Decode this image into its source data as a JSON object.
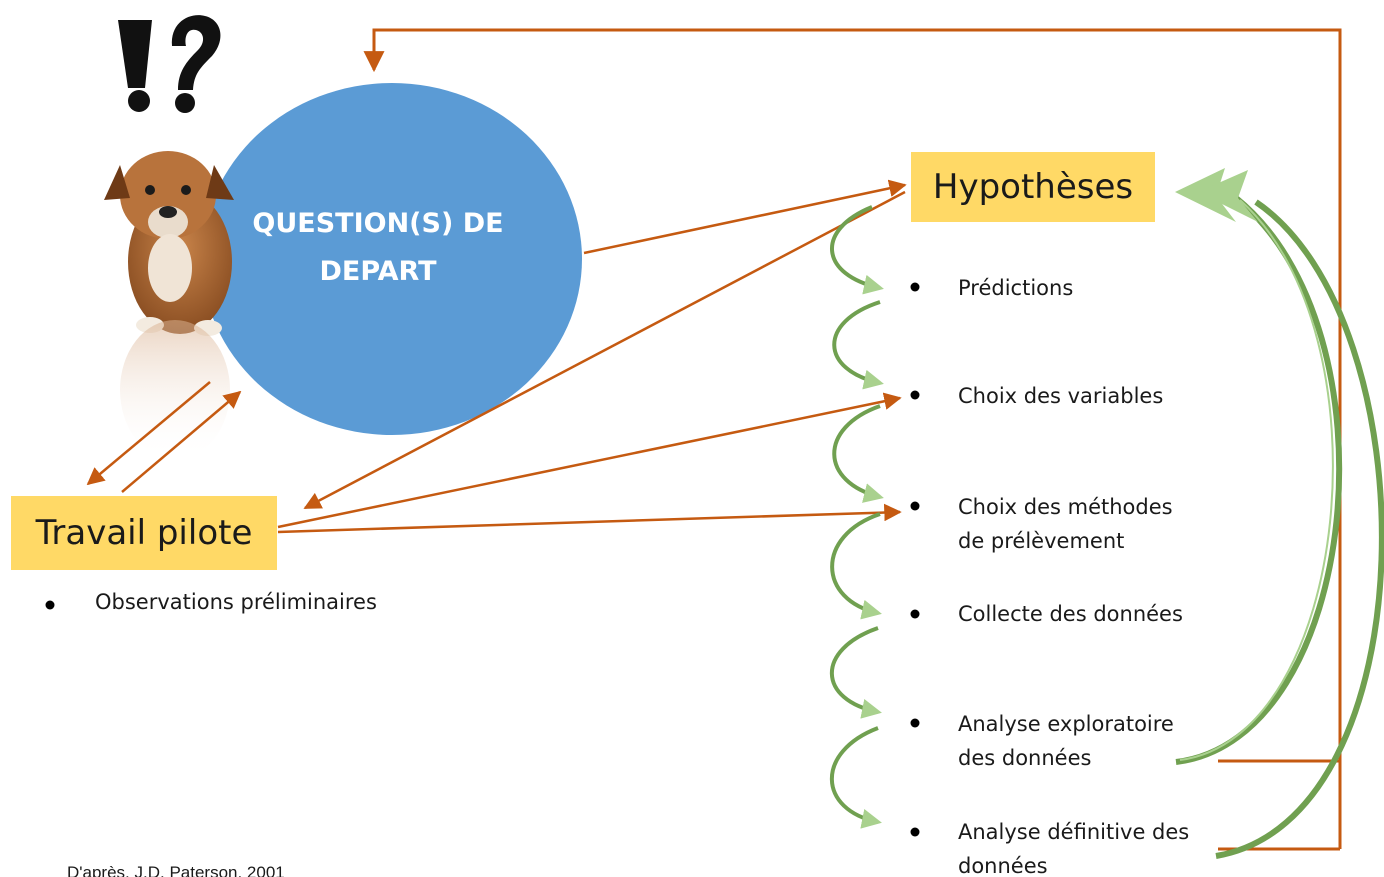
{
  "diagram": {
    "question": {
      "line1": "QUESTION(S) DE",
      "line2": "DEPART"
    },
    "exclamation": "!?",
    "hypotheses_label": "Hypothèses",
    "pilot_label": "Travail pilote",
    "pilot_items": [
      "Observations préliminaires"
    ],
    "steps": [
      {
        "line1": "Prédictions",
        "line2": ""
      },
      {
        "line1": "Choix des variables",
        "line2": ""
      },
      {
        "line1": "Choix des méthodes",
        "line2": "de prélèvement"
      },
      {
        "line1": "Collecte des données",
        "line2": ""
      },
      {
        "line1": "Analyse exploratoire",
        "line2": "des données"
      },
      {
        "line1": "Analyse définitive des",
        "line2": "données"
      }
    ],
    "credit": "D'après, J.D. Paterson, 2001",
    "colors": {
      "circle": "#5b9bd5",
      "label_box": "#ffd966",
      "orange_arrow": "#c55a11",
      "green_dark": "#70a050",
      "green_light": "#a9d18e"
    }
  }
}
